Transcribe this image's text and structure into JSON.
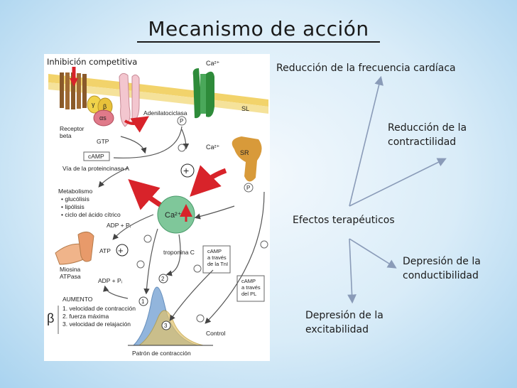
{
  "title": "Mecanismo de acción",
  "tag": "Inhibición competitiva",
  "figure": {
    "ca_top": "Ca²⁺",
    "sl": "SL",
    "adenilato": "Adenilatociclasa",
    "receptor": "Receptor\nbeta",
    "gtp": "GTP",
    "camp": "cAMP",
    "proteinkinase": "Vía de la proteincinasa A",
    "ca_mid": "Ca²⁺",
    "sr": "SR",
    "metabolismo": "Metabolismo",
    "glucolisis": "• glucólisis",
    "lipolisis": "• lipólisis",
    "ciclo": "• ciclo del ácido cítrico",
    "ca_center": "Ca²⁺",
    "adp_top": "ADP + Pᵢ",
    "atp": "ATP",
    "miosina": "Miosina\nATPasa",
    "troponina": "troponina C",
    "camp_tni": "cAMP\na través\nde la TnI",
    "camp_pl": "cAMP\na través\ndel PL",
    "adp_bottom": "ADP + Pᵢ",
    "aumento": "AUMENTO",
    "beta": "β",
    "item1": "1. velocidad de contracción",
    "item2": "2. fuerza máxima",
    "item3": "3. velocidad de relajación",
    "control": "Control",
    "patron": "Patrón de contracción",
    "alpha_s": "αs",
    "gamma": "γ",
    "beta_sub": "β",
    "p": "P",
    "n1": "1",
    "n2": "2",
    "n3": "3"
  },
  "effects": {
    "center": "Efectos terapéuticos",
    "frecuencia": "Reducción de la frecuencia cardíaca",
    "contractilidad": "Reducción de la\ncontractilidad",
    "conductibilidad": "Depresión de la\nconductibilidad",
    "excitabilidad": "Depresión de la\nexcitabilidad"
  },
  "colors": {
    "membrane": "#f2d36b",
    "receptor": "#8a5a2a",
    "channel": "#2e8b3a",
    "sr": "#d89a3a",
    "arrow_red": "#d8232a",
    "ca_circle": "#7fc79a",
    "curve_blue": "#7fa9d6",
    "curve_gold": "#e3c36a",
    "connector": "#8a9bb8"
  }
}
